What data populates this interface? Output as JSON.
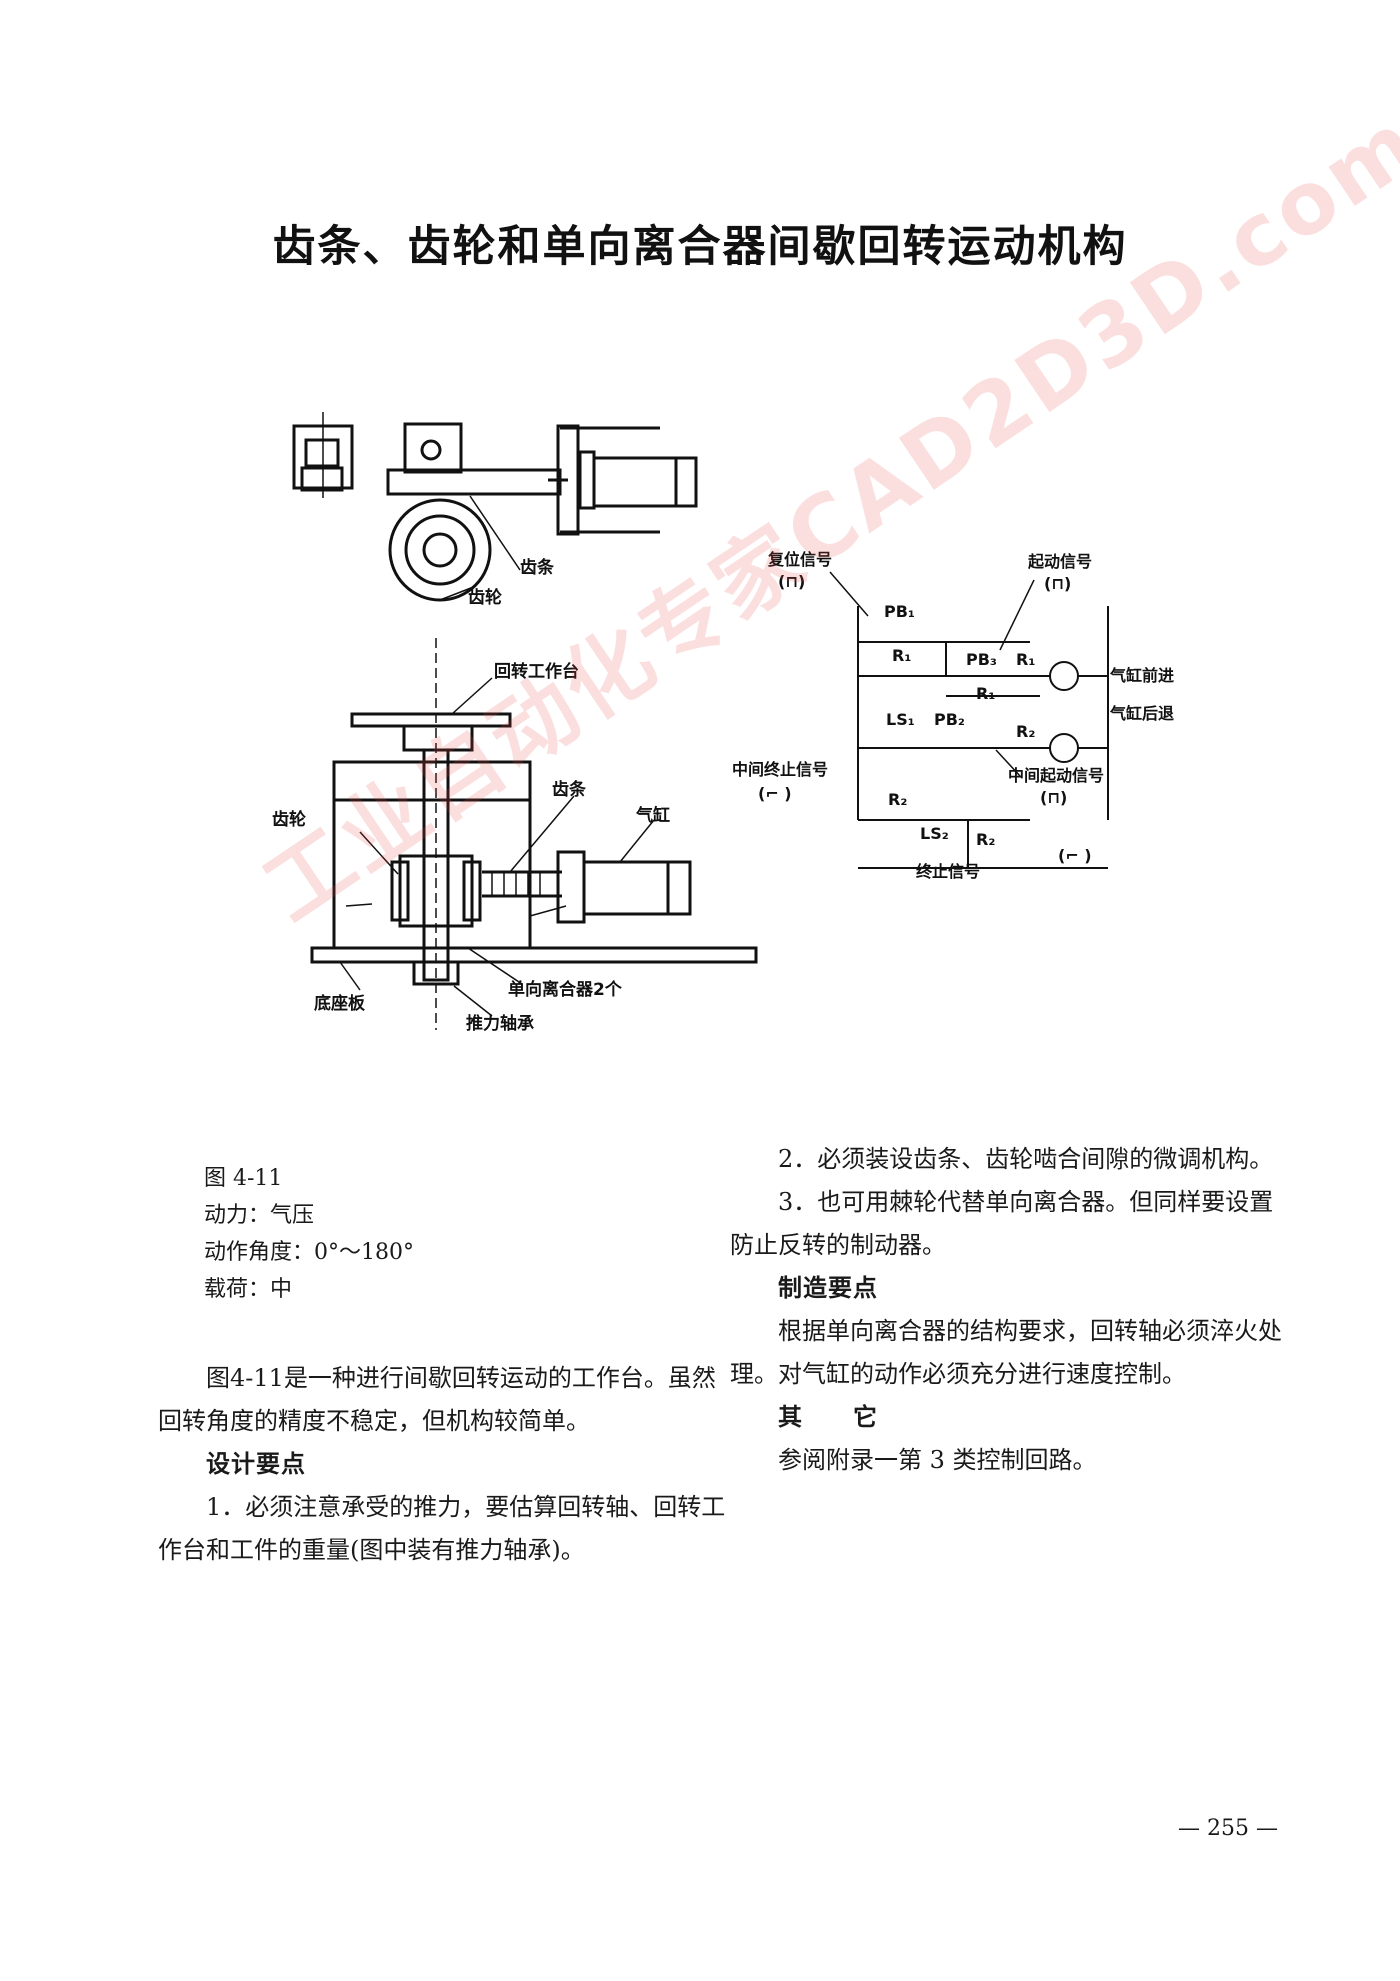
{
  "page": {
    "title": "齿条、齿轮和单向离合器间歇回转运动机构",
    "page_number": "— 255 —"
  },
  "figure": {
    "top_view_labels": {
      "rack": "齿条",
      "gear": "齿轮"
    },
    "section_labels": {
      "turntable": "回转工作台",
      "gear": "齿轮",
      "rack": "齿条",
      "cylinder": "气缸",
      "base_plate": "底座板",
      "one_way_clutch": "单向离合器2个",
      "thrust_bearing": "推力轴承"
    },
    "circuit": {
      "reset_signal": "复位信号",
      "start_signal": "起动信号",
      "pulse_symbol": "(⊓)",
      "step_symbol": "(⌐ )",
      "cylinder_forward": "气缸前进",
      "cylinder_return": "气缸后退",
      "mid_stop_signal": "中间终止信号",
      "mid_start_signal": "中间起动信号",
      "end_signal": "终止信号",
      "pb1": "PB₁",
      "pb2": "PB₂",
      "pb3": "PB₃",
      "r1": "R₁",
      "r2": "R₂",
      "ls1": "LS₁",
      "ls2": "LS₂"
    }
  },
  "caption": {
    "fig": "图 4-11",
    "power": "动力：气压",
    "angle": "动作角度：0°～180°",
    "load": "载荷：中"
  },
  "left_column": {
    "intro": "图4-11是一种进行间歇回转运动的工作台。虽然回转角度的精度不稳定，但机构较简单。",
    "design_heading": "设计要点",
    "design_1": "1．必须注意承受的推力，要估算回转轴、回转工作台和工件的重量(图中装有推力轴承)。"
  },
  "right_column": {
    "design_2": "2．必须装设齿条、齿轮啮合间隙的微调机构。",
    "design_3": "3．也可用棘轮代替单向离合器。但同样要设置防止反转的制动器。",
    "mfg_heading": "制造要点",
    "mfg_text": "根据单向离合器的结构要求，回转轴必须淬火处理。对气缸的动作必须充分进行速度控制。",
    "other_heading": "其　　它",
    "other_text": "参阅附录一第 3 类控制回路。"
  },
  "watermark": "工业自动化专家CAD2D3D.com"
}
